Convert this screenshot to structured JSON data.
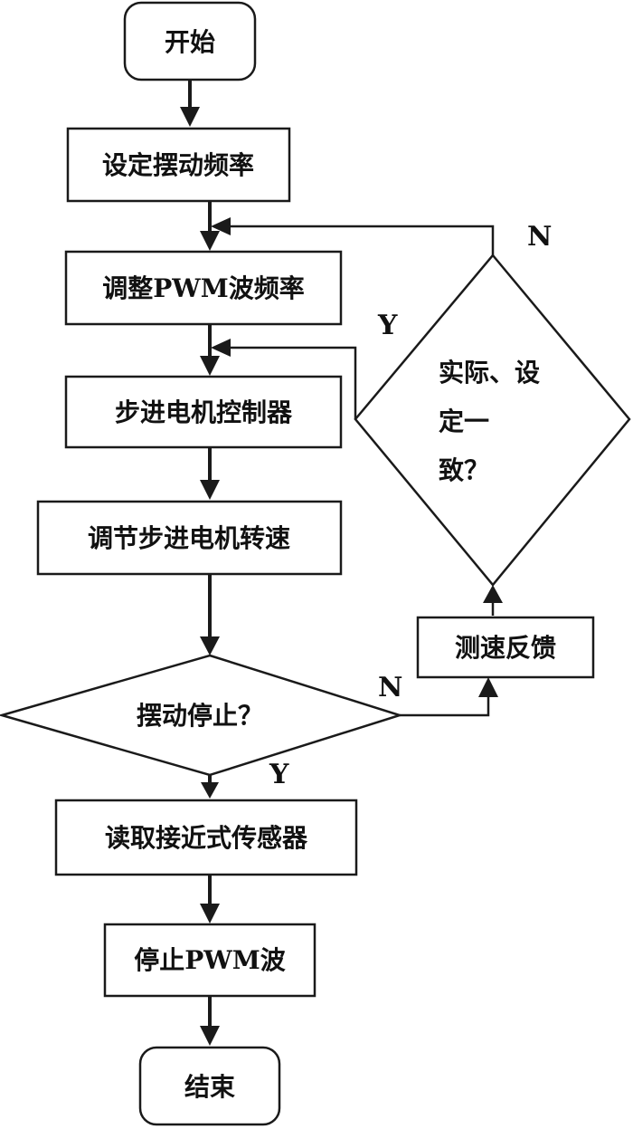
{
  "nodes": {
    "start": "开始",
    "set_frequency": "设定摆动频率",
    "adjust_pwm": "调整PWM波频率",
    "stepper_controller": "步进电机控制器",
    "adjust_speed": "调节步进电机转速",
    "swing_stopped": "摆动停止？",
    "read_sensor": "读取接近式传感器",
    "stop_pwm": "停止PWM波",
    "end": "结束",
    "speed_feedback": "测速反馈",
    "match_check": {
      "line1": "实际、设",
      "line2": "定一",
      "line3": "致？"
    }
  },
  "edge_labels": {
    "swing_no": "N",
    "swing_yes": "Y",
    "match_no": "N",
    "match_yes": "Y"
  }
}
